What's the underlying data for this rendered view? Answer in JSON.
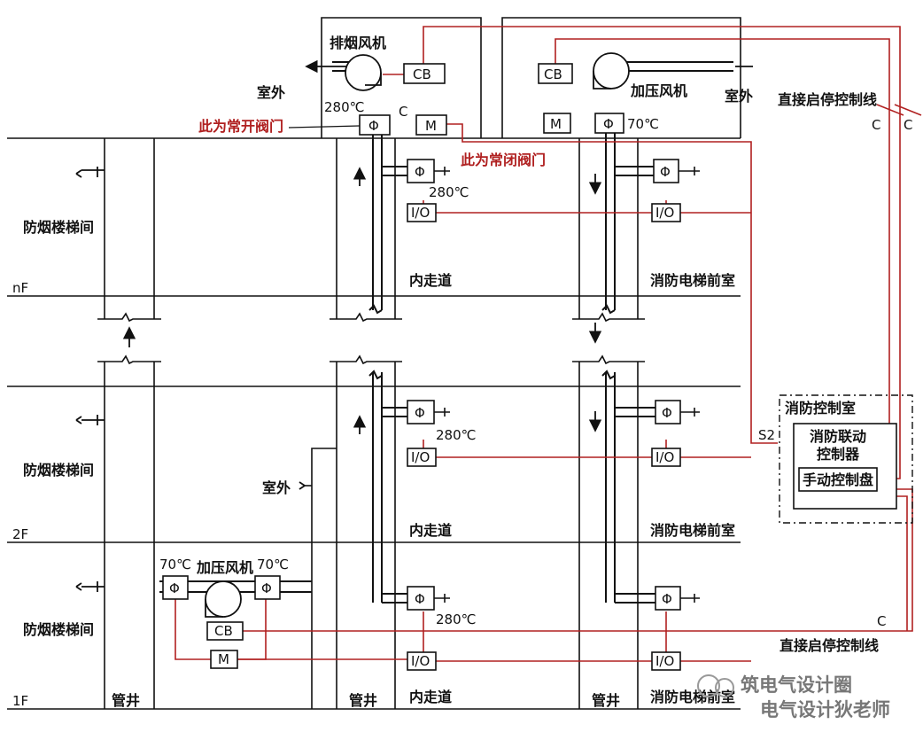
{
  "floors": {
    "nF": "nF",
    "f2": "2F",
    "f1": "1F"
  },
  "rooms": {
    "stair": "防烟楼梯间",
    "corridor": "内走道",
    "lobby": "消防电梯前室",
    "shaft": "管井",
    "outdoor": "室外"
  },
  "fans": {
    "exhaust": "排烟风机",
    "pressurize": "加压风机"
  },
  "devices": {
    "cb": "CB",
    "motor": "M",
    "damper": "Φ",
    "io": "I/O"
  },
  "temps": {
    "t280": "280℃",
    "t70": "70℃"
  },
  "annotations": {
    "normally_open": "此为常开阀门",
    "normally_closed": "此为常闭阀门",
    "direct_line": "直接启停控制线",
    "c": "C",
    "s2": "S2"
  },
  "control_room": {
    "title": "消防控制室",
    "linkage_line1": "消防联动",
    "linkage_line2": "控制器",
    "manual_panel": "手动控制盘"
  },
  "watermark": {
    "line1": "筑电气设计圈",
    "line2": "电气设计狄老师"
  },
  "colors": {
    "wire": "#b02020",
    "line": "#111111"
  }
}
